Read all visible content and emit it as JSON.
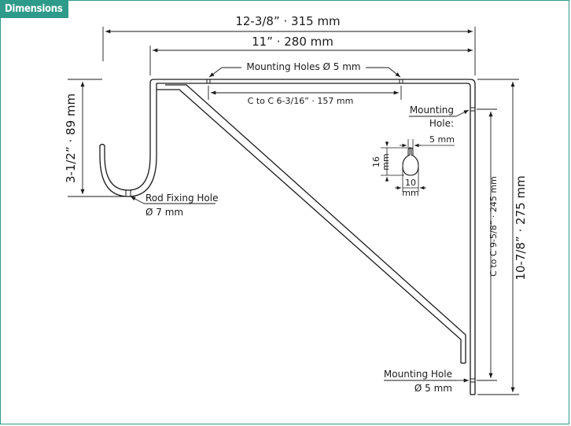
{
  "section_title": "Dimensions",
  "dimensions": {
    "overall_width": "12-3/8” · 315 mm",
    "arm_width": "11” · 280 mm",
    "mounting_holes_top": "Mounting Holes Ø 5 mm",
    "c_to_c_top": "C to C 6-3/16” · 157 mm",
    "hook_height": "3-1/2” · 89 mm",
    "rod_fixing_hole": "Rod Fixing Hole",
    "rod_fixing_hole_size": "Ø 7 mm",
    "mounting_hole_label": "Mounting",
    "mounting_hole_label2": "Hole:",
    "keyhole_width": "5 mm",
    "keyhole_height_value": "16",
    "keyhole_height_unit": "mm",
    "keyhole_outer_value": "10",
    "keyhole_outer_unit": "mm",
    "c_to_c_vertical": "C to C 9-5/8” · 245 mm",
    "overall_height": "10-7/8” · 275 mm",
    "mounting_hole_bottom": "Mounting Hole",
    "mounting_hole_bottom_size": "Ø 5 mm"
  },
  "colors": {
    "accent": "#2e9a8a",
    "line": "#1a1a1a"
  }
}
